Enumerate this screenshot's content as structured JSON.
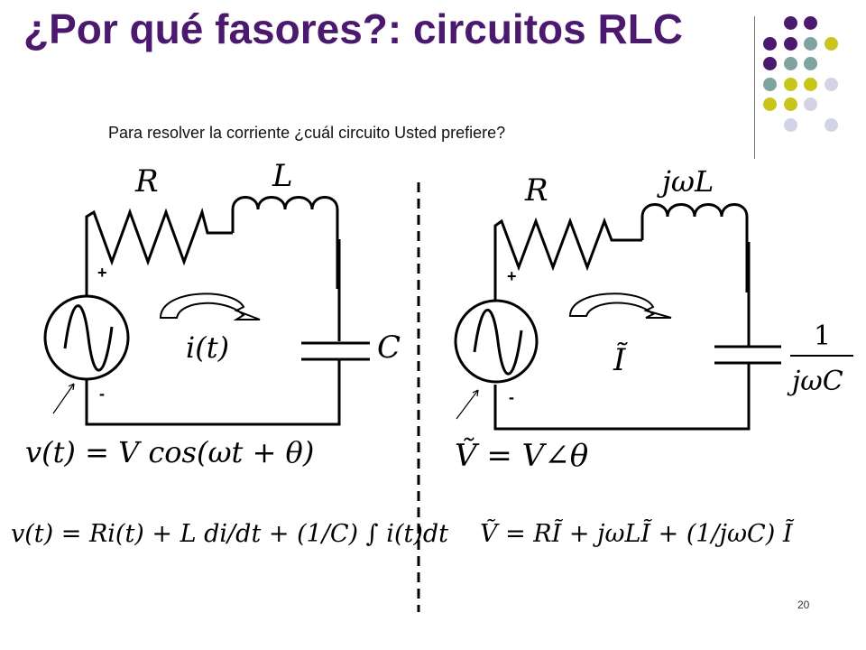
{
  "slide": {
    "title": "¿Por qué fasores?: circuitos RLC",
    "subtitle": "Para resolver la corriente ¿cuál circuito Usted prefiere?",
    "page_number": "20"
  },
  "colors": {
    "title": "#4b1a6e",
    "dot_purple": "#4b1a6e",
    "dot_teal": "#7ea3a0",
    "dot_olive": "#c8c61c",
    "dot_lavender": "#d3d3e6"
  },
  "left_circuit": {
    "resistor_label": "R",
    "inductor_label": "L",
    "capacitor_label": "C",
    "current_label": "i(t)",
    "plus_sign": "+",
    "minus_sign": "-",
    "source_eq": "v(t) = V cos(ωt + θ)",
    "kvl_eq": "v(t) = Ri(t) + L di/dt + (1/C) ∫ i(t)dt"
  },
  "right_circuit": {
    "resistor_label": "R",
    "inductor_label": "jωL",
    "capacitor_num": "1",
    "capacitor_den": "jωC",
    "current_label": "Ĩ",
    "plus_sign": "+",
    "minus_sign": "-",
    "source_eq": "Ṽ = V∠θ",
    "kvl_eq": "Ṽ = RĨ + jωLĨ + (1/jωC) Ĩ"
  }
}
